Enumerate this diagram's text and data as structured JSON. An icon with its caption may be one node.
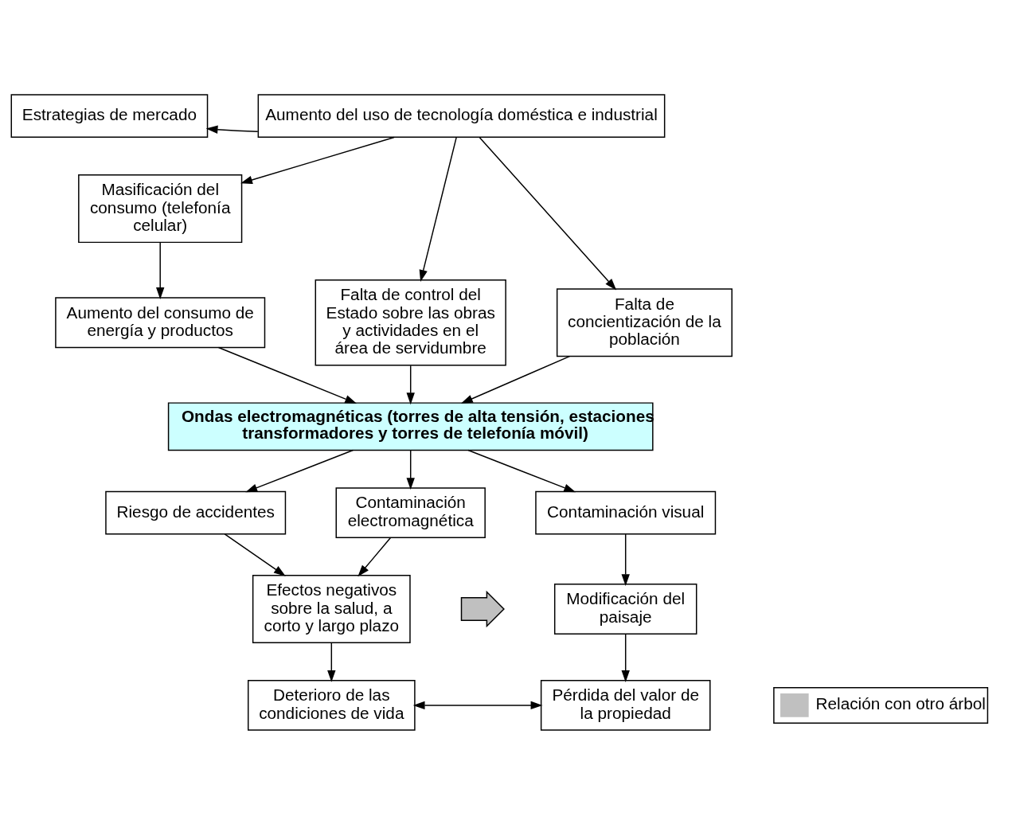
{
  "diagram": {
    "nodes": [
      {
        "text": [
          "Estrategias de mercado"
        ]
      },
      {
        "text": [
          "Aumento del uso de tecnología doméstica e industrial"
        ]
      },
      {
        "text": [
          "Masificación del consumo (telefonía celular)"
        ]
      },
      {
        "text": [
          "Aumento del consumo de energía y productos"
        ]
      },
      {
        "text": [
          "Falta de control del Estado sobre las obras y actividades en el área de servidumbre"
        ]
      },
      {
        "text": [
          "Falta de concientización de la población"
        ]
      },
      {
        "text": [
          "Ondas electromagnéticas (torres de alta tensión, estaciones transformadores y torres de telefonía móvil)"
        ]
      },
      {
        "text": [
          "Riesgo de accidentes"
        ]
      },
      {
        "text": [
          "Contaminación electromagnética"
        ]
      },
      {
        "text": [
          "Contaminación visual"
        ]
      },
      {
        "text": [
          "Efectos negativos sobre la salud, a corto y largo plazo"
        ]
      },
      {
        "text": [],
        "shape": "picture"
      },
      {
        "text": [
          "Modificación del paisaje"
        ]
      },
      {
        "text": [
          "Deterioro de las condiciones de vida"
        ]
      },
      {
        "text": [
          "Pérdida del valor de la propiedad"
        ]
      }
    ],
    "edges": [
      {
        "from": 1,
        "to": 0,
        "arrow": "to"
      },
      {
        "from": 1,
        "to": 2,
        "arrow": "to"
      },
      {
        "from": 1,
        "to": 4,
        "arrow": "to"
      },
      {
        "from": 1,
        "to": 5,
        "arrow": "to"
      },
      {
        "from": 2,
        "to": 3,
        "arrow": "to"
      },
      {
        "from": 3,
        "to": 6,
        "arrow": "to"
      },
      {
        "from": 4,
        "to": 6,
        "arrow": "to"
      },
      {
        "from": 5,
        "to": 6,
        "arrow": "to"
      },
      {
        "from": 6,
        "to": 7,
        "arrow": "to"
      },
      {
        "from": 6,
        "to": 8,
        "arrow": "to"
      },
      {
        "from": 6,
        "to": 9,
        "arrow": "to"
      },
      {
        "from": 7,
        "to": 10,
        "arrow": "to"
      },
      {
        "from": 8,
        "to": 10,
        "arrow": "to"
      },
      {
        "from": 9,
        "to": 12,
        "arrow": "to"
      },
      {
        "from": 10,
        "to": 13,
        "arrow": "to"
      },
      {
        "from": 12,
        "to": 14,
        "arrow": "to"
      },
      {
        "from": 13,
        "to": 14,
        "arrow": "both"
      }
    ],
    "legend": [
      {
        "text": "Relación con otro árbol"
      }
    ]
  }
}
